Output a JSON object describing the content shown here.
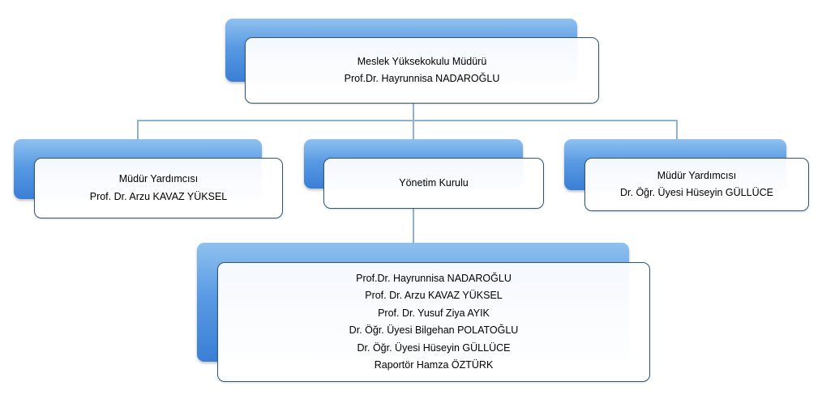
{
  "colors": {
    "back_box": "#5a9ae3",
    "front_border": "#2f5777",
    "connector": "#8fb3cf",
    "text": "#000000"
  },
  "nodes": {
    "director": {
      "role": "Meslek Yüksekokulu Müdürü",
      "name": "Prof.Dr. Hayrunnisa NADAROĞLU"
    },
    "deputy_left": {
      "role": "Müdür Yardımcısı",
      "name": "Prof. Dr. Arzu KAVAZ YÜKSEL"
    },
    "board": {
      "role": "Yönetim Kurulu"
    },
    "deputy_right": {
      "role": "Müdür Yardımcısı",
      "name": "Dr. Öğr. Üyesi Hüseyin GÜLLÜCE"
    },
    "members": {
      "lines": [
        "Prof.Dr. Hayrunnisa NADAROĞLU",
        "Prof. Dr. Arzu KAVAZ YÜKSEL",
        "Prof. Dr. Yusuf Ziya AYIK",
        "Dr. Öğr. Üyesi Bilgehan POLATOĞLU",
        "Dr. Öğr. Üyesi Hüseyin GÜLLÜCE",
        "Raportör Hamza ÖZTÜRK"
      ]
    }
  }
}
